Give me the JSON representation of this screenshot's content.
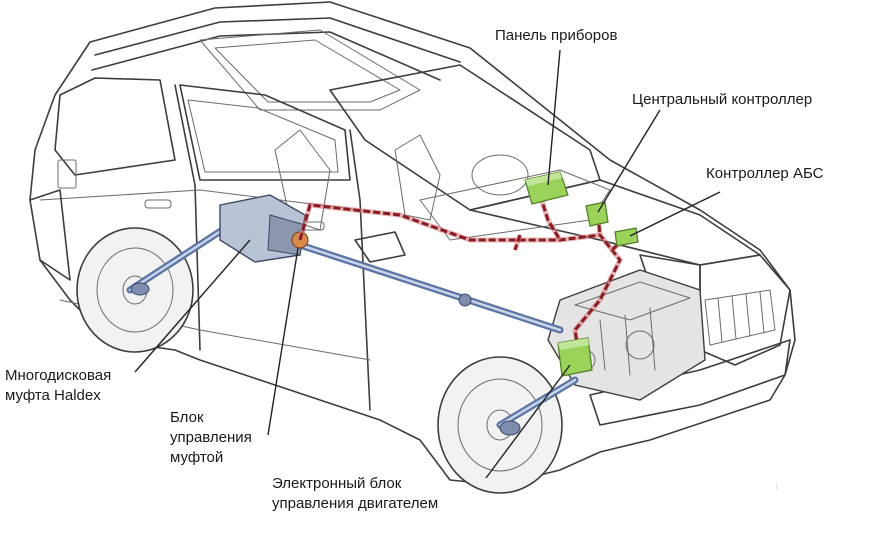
{
  "labels": {
    "instrument_panel": "Панель приборов",
    "central_controller": "Центральный контроллер",
    "abs_controller": "Контроллер АБС",
    "haldex_clutch": "Многодисковая\nмуфта Haldex",
    "clutch_control_unit": "Блок\nуправления\nмуфтой",
    "engine_ecu": "Электронный блок\nуправления двигателем"
  },
  "colors": {
    "ecu_green": "#9bd35a",
    "wiring_red": "#8b1c22",
    "driveshaft_blue": "#5b74a3"
  }
}
